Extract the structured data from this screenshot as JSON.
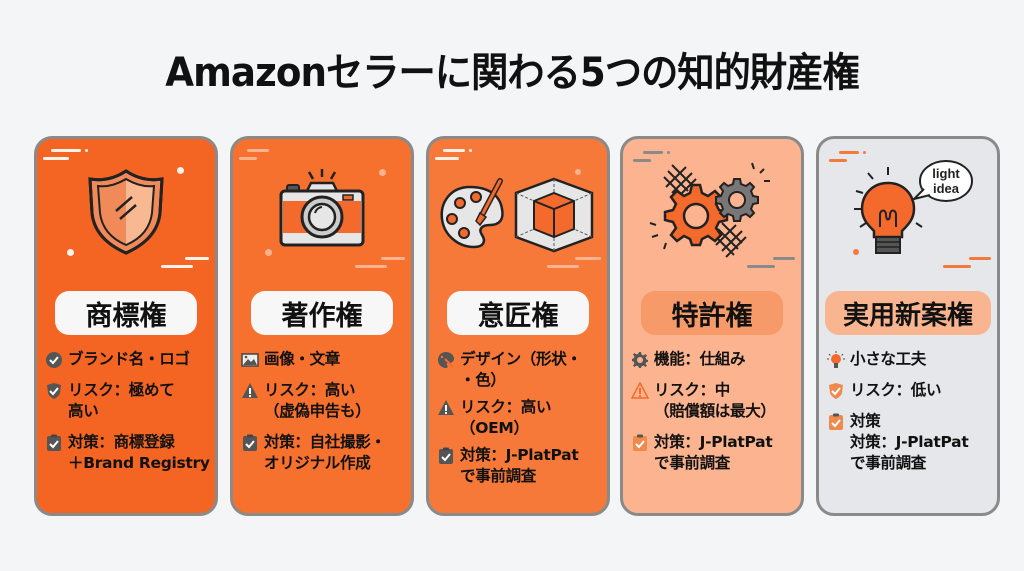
{
  "title": "Amazonセラーに関わる5つの知的財産権",
  "colors": {
    "card1_bg": "#f46524",
    "card2_bg": "#f6702e",
    "card3_bg": "#f7793a",
    "card4_bg": "#fbb48f",
    "card5_bg": "#e6e7ea",
    "border": "#8a8a8a",
    "accent": "#f26a2a"
  },
  "cards": [
    {
      "name": "商標権",
      "icon": "shield-icon",
      "items": [
        {
          "icon": "badge-check-icon",
          "text": "ブランド名・ロゴ"
        },
        {
          "icon": "shield-check-icon",
          "text": "リスク：極めて\n高い"
        },
        {
          "icon": "clipboard-check-icon",
          "text": "対策：商標登録\n＋Brand Registry"
        }
      ]
    },
    {
      "name": "著作権",
      "icon": "camera-icon",
      "items": [
        {
          "icon": "image-icon",
          "text": "画像・文章"
        },
        {
          "icon": "warning-icon",
          "text": "リスク：高い\n（虚偽申告も）"
        },
        {
          "icon": "clipboard-check-icon",
          "text": "対策：自社撮影・\nオリジナル作成"
        }
      ]
    },
    {
      "name": "意匠権",
      "icon": "palette-cube-icon",
      "items": [
        {
          "icon": "palette-icon",
          "text": "デザイン（形状・\n・色）"
        },
        {
          "icon": "warning-icon",
          "text": "リスク：高い\n（OEM）"
        },
        {
          "icon": "clipboard-check-icon",
          "text": "対策：J-PlatPat\nで事前調査"
        }
      ]
    },
    {
      "name": "特許権",
      "icon": "gears-icon",
      "items": [
        {
          "icon": "gear-icon",
          "text": "機能：仕組み"
        },
        {
          "icon": "warning-icon",
          "text": "リスク：中\n（賠償額は最大）"
        },
        {
          "icon": "clipboard-check-icon",
          "text": "対策：J-PlatPat\nで事前調査"
        }
      ]
    },
    {
      "name": "実用新案権",
      "icon": "lightbulb-icon",
      "bubble": "light\nidea",
      "items": [
        {
          "icon": "lightbulb-icon",
          "text": "小さな工夫"
        },
        {
          "icon": "shield-check-icon",
          "text": "リスク：低い"
        },
        {
          "icon": "clipboard-check-icon",
          "text": "対策\n対策：J-PlatPat\nで事前調査"
        }
      ]
    }
  ]
}
